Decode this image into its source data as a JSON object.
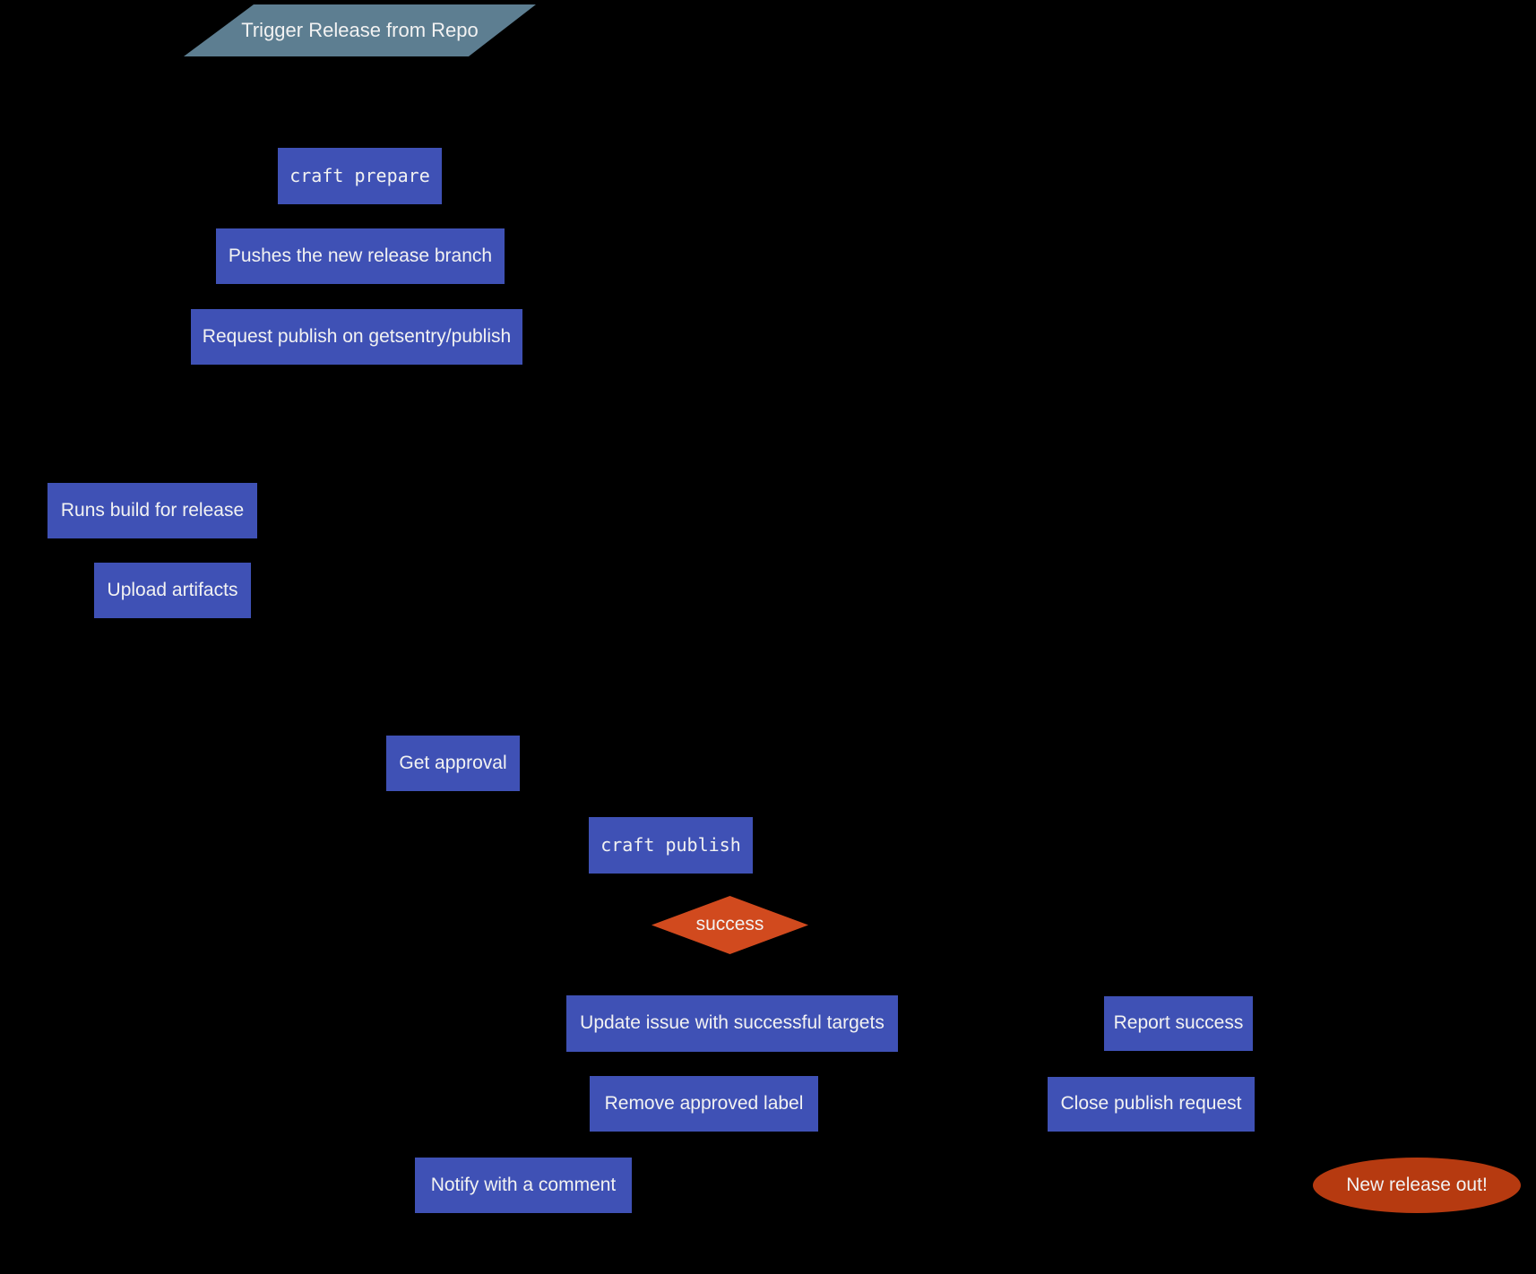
{
  "diagram": {
    "type": "flowchart",
    "colors": {
      "background": "#000000",
      "process": "#3f51b5",
      "trigger": "#5d7e91",
      "decision": "#d14a1e",
      "terminal": "#b63a10",
      "text": "#f2f2f2",
      "edge": "#000000"
    },
    "nodes": [
      {
        "id": "trigger",
        "label": "Trigger Release from Repo",
        "shape": "parallelogram"
      },
      {
        "id": "craft-prepare",
        "label": "craft prepare",
        "shape": "rect",
        "font": "mono"
      },
      {
        "id": "push-branch",
        "label": "Pushes the new release branch",
        "shape": "rect"
      },
      {
        "id": "request-publish",
        "label": "Request publish on getsentry/publish",
        "shape": "rect"
      },
      {
        "id": "runs-build",
        "label": "Runs build for release",
        "shape": "rect"
      },
      {
        "id": "upload-artifacts",
        "label": "Upload artifacts",
        "shape": "rect"
      },
      {
        "id": "get-approval",
        "label": "Get approval",
        "shape": "rect"
      },
      {
        "id": "craft-publish",
        "label": "craft publish",
        "shape": "rect",
        "font": "mono"
      },
      {
        "id": "success",
        "label": "success",
        "shape": "diamond"
      },
      {
        "id": "update-issue",
        "label": "Update issue with successful targets",
        "shape": "rect"
      },
      {
        "id": "report-success",
        "label": "Report success",
        "shape": "rect"
      },
      {
        "id": "remove-label",
        "label": "Remove approved label",
        "shape": "rect"
      },
      {
        "id": "close-request",
        "label": "Close publish request",
        "shape": "rect"
      },
      {
        "id": "notify-comment",
        "label": "Notify with a comment",
        "shape": "rect"
      },
      {
        "id": "new-release",
        "label": "New release out!",
        "shape": "ellipse"
      }
    ],
    "edges": [
      {
        "from": "trigger",
        "to": "craft-prepare"
      },
      {
        "from": "craft-prepare",
        "to": "push-branch"
      },
      {
        "from": "push-branch",
        "to": "request-publish"
      },
      {
        "from": "request-publish",
        "to": "runs-build"
      },
      {
        "from": "request-publish",
        "to": "get-approval"
      },
      {
        "from": "runs-build",
        "to": "upload-artifacts"
      },
      {
        "from": "upload-artifacts",
        "to": "get-approval"
      },
      {
        "from": "get-approval",
        "to": "craft-publish"
      },
      {
        "from": "craft-publish",
        "to": "success"
      },
      {
        "from": "success",
        "to": "update-issue"
      },
      {
        "from": "success",
        "to": "report-success"
      },
      {
        "from": "update-issue",
        "to": "remove-label"
      },
      {
        "from": "remove-label",
        "to": "notify-comment"
      },
      {
        "from": "report-success",
        "to": "close-request"
      },
      {
        "from": "close-request",
        "to": "new-release"
      }
    ]
  }
}
